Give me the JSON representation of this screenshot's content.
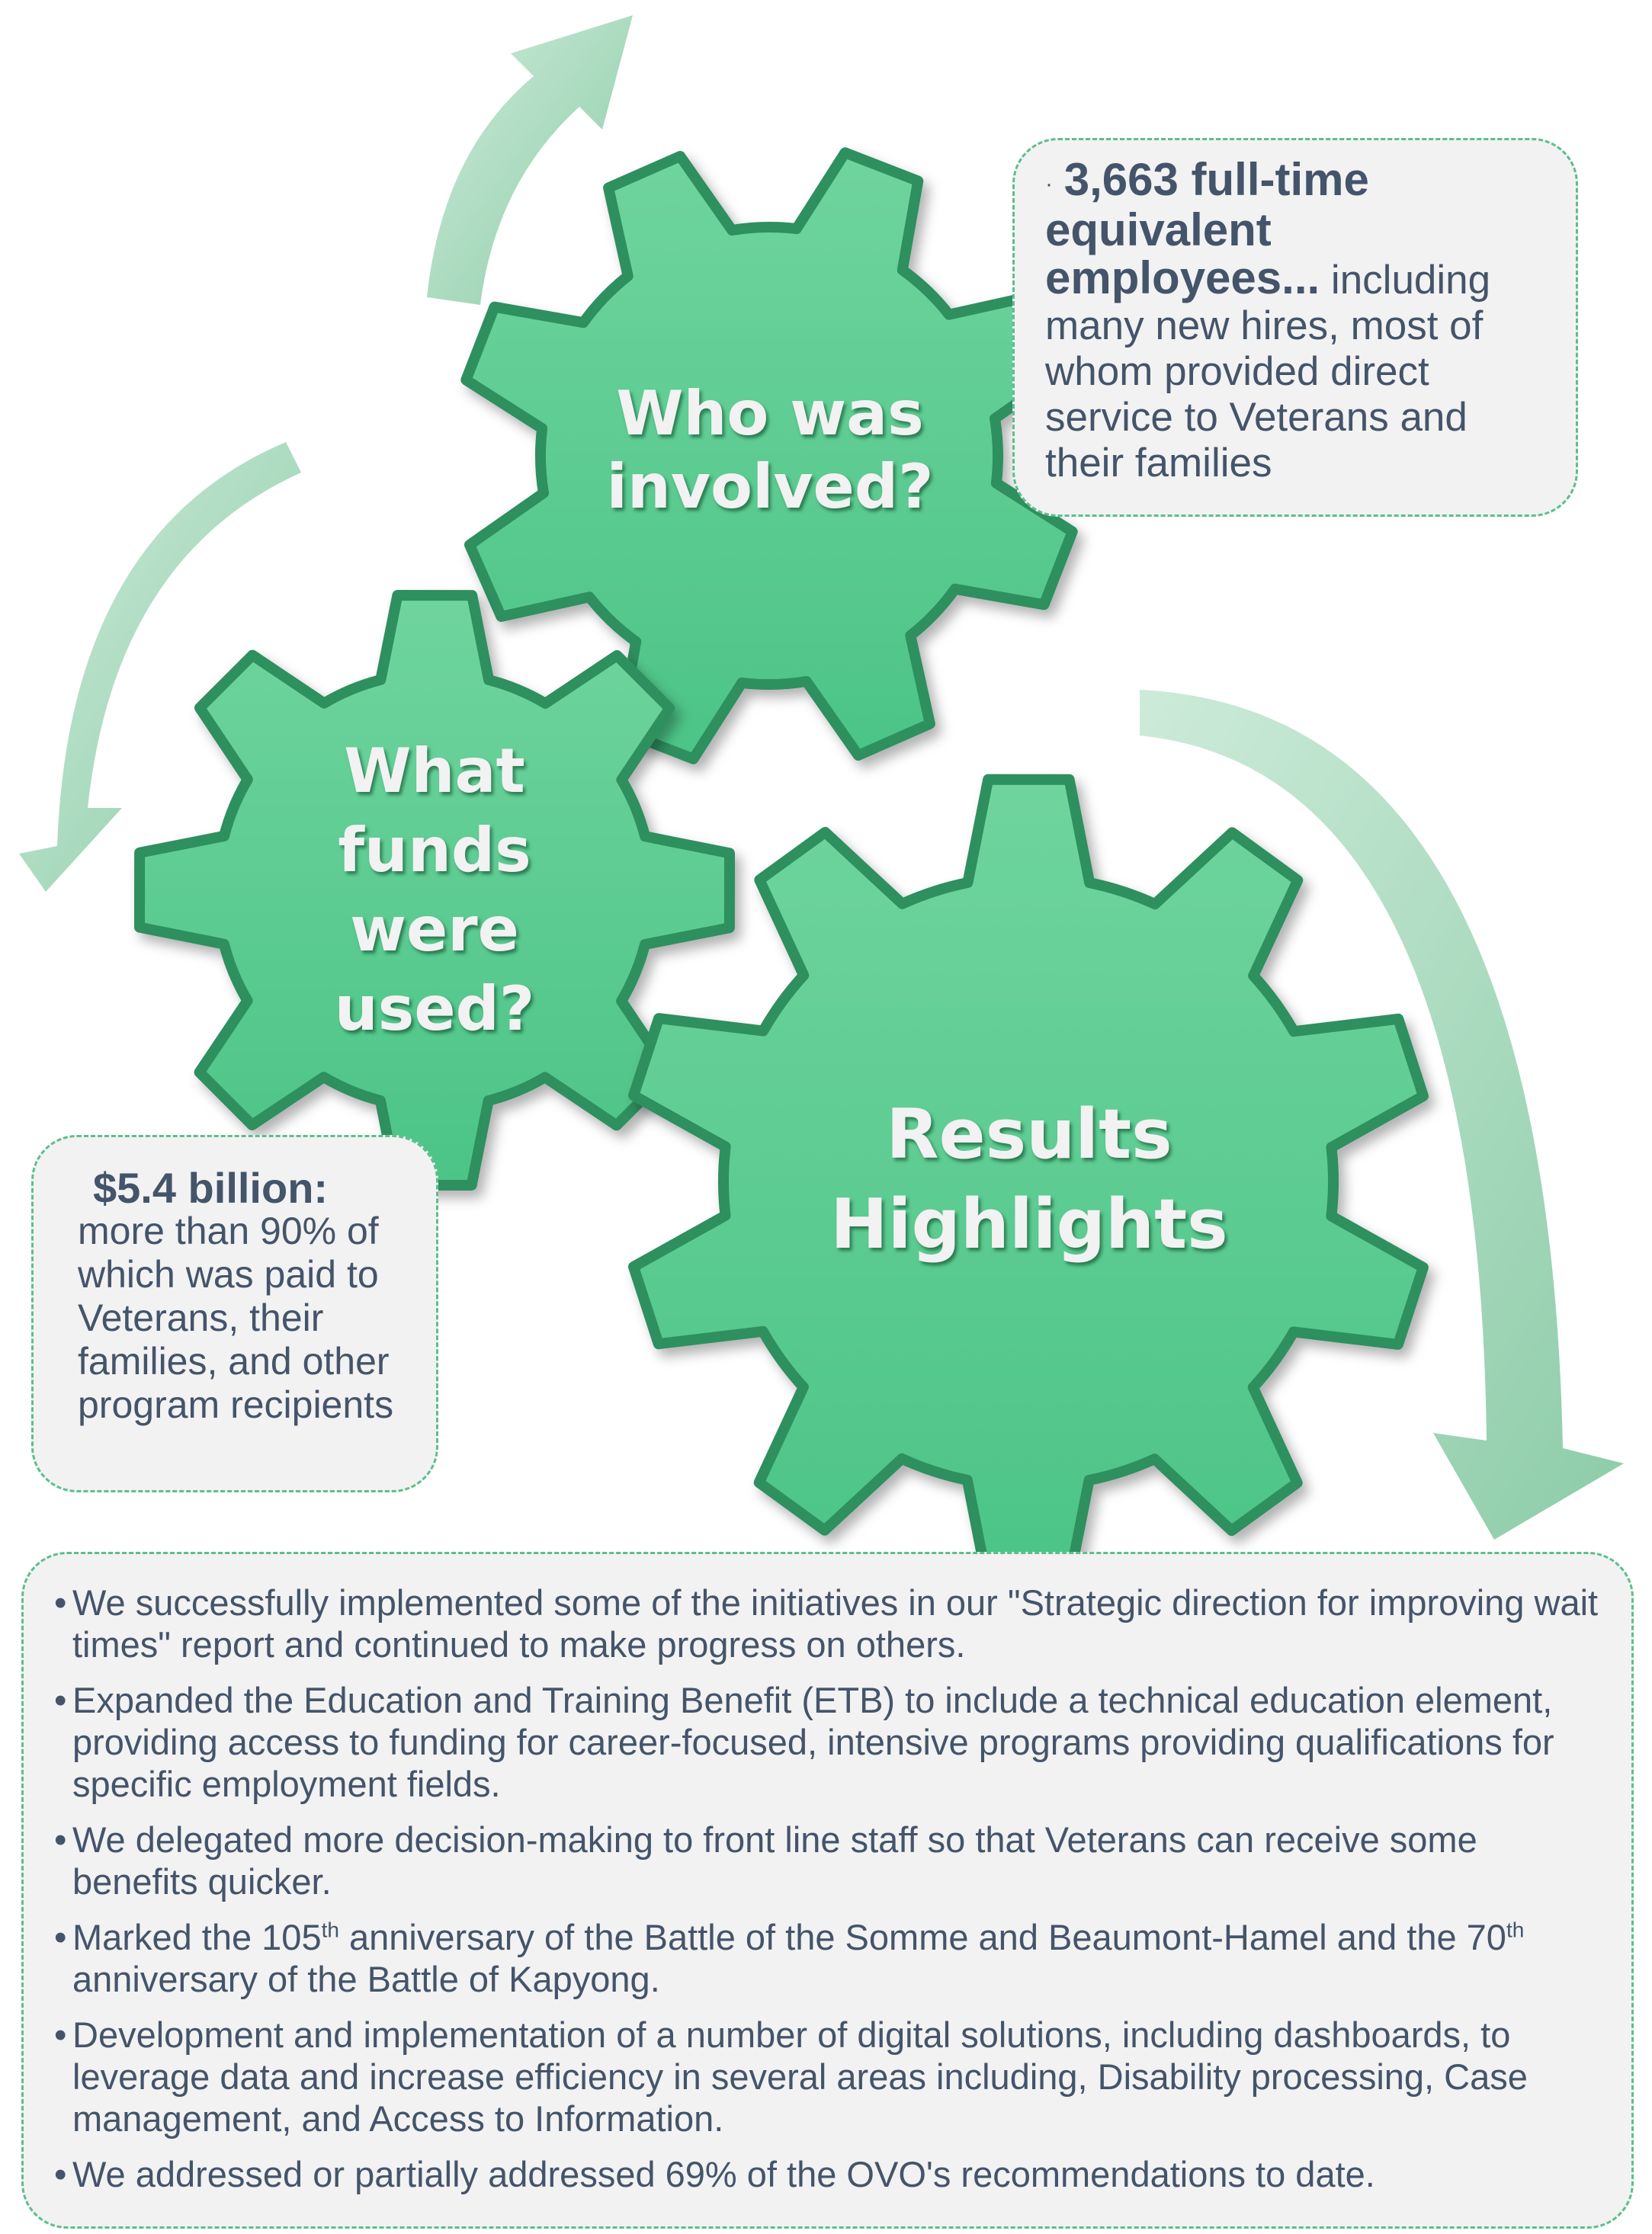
{
  "colors": {
    "gear": "#55c98d",
    "gear_dark": "#2f8f5e",
    "arrow": "#9fd8b8",
    "text": "#44546a",
    "box_bg": "#f2f2f2",
    "box_border": "#5cbf8c"
  },
  "gears": {
    "who": "Who was involved?",
    "funds": "What funds were used?",
    "results": "Results Highlights"
  },
  "who_box": {
    "bullet": "·",
    "bold": "3,663 full-time equivalent employees...",
    "text": " including many new hires, most of whom provided direct service to Veterans and their families"
  },
  "funds_box": {
    "bold": "$5.4 billion:",
    "text": "more than 90% of which was paid to Veterans, their families, and other program recipients"
  },
  "results_box": {
    "bullet": "•",
    "items": [
      {
        "text": "We successfully implemented some of the initiatives in our \"Strategic direction for improving wait times\" report and continued to make progress on others."
      },
      {
        "text": "Expanded the Education and Training Benefit (ETB) to include a technical education element, providing access to funding for career-focused, intensive programs providing qualifications for specific employment fields."
      },
      {
        "text": "We delegated more decision-making to front line staff so that Veterans can receive some benefits quicker."
      },
      {
        "a": "Marked the 105",
        "sup1": "th",
        "b": " anniversary of the Battle of the Somme and Beaumont-Hamel and the 70",
        "sup2": "th",
        "c": " anniversary of the Battle of Kapyong."
      },
      {
        "text": "Development and implementation of a number of digital solutions, including dashboards, to leverage data and increase efficiency in several areas including, Disability processing, Case management, and Access to Information."
      },
      {
        "text": "We addressed or partially addressed 69% of the OVO's recommendations to date."
      }
    ]
  }
}
